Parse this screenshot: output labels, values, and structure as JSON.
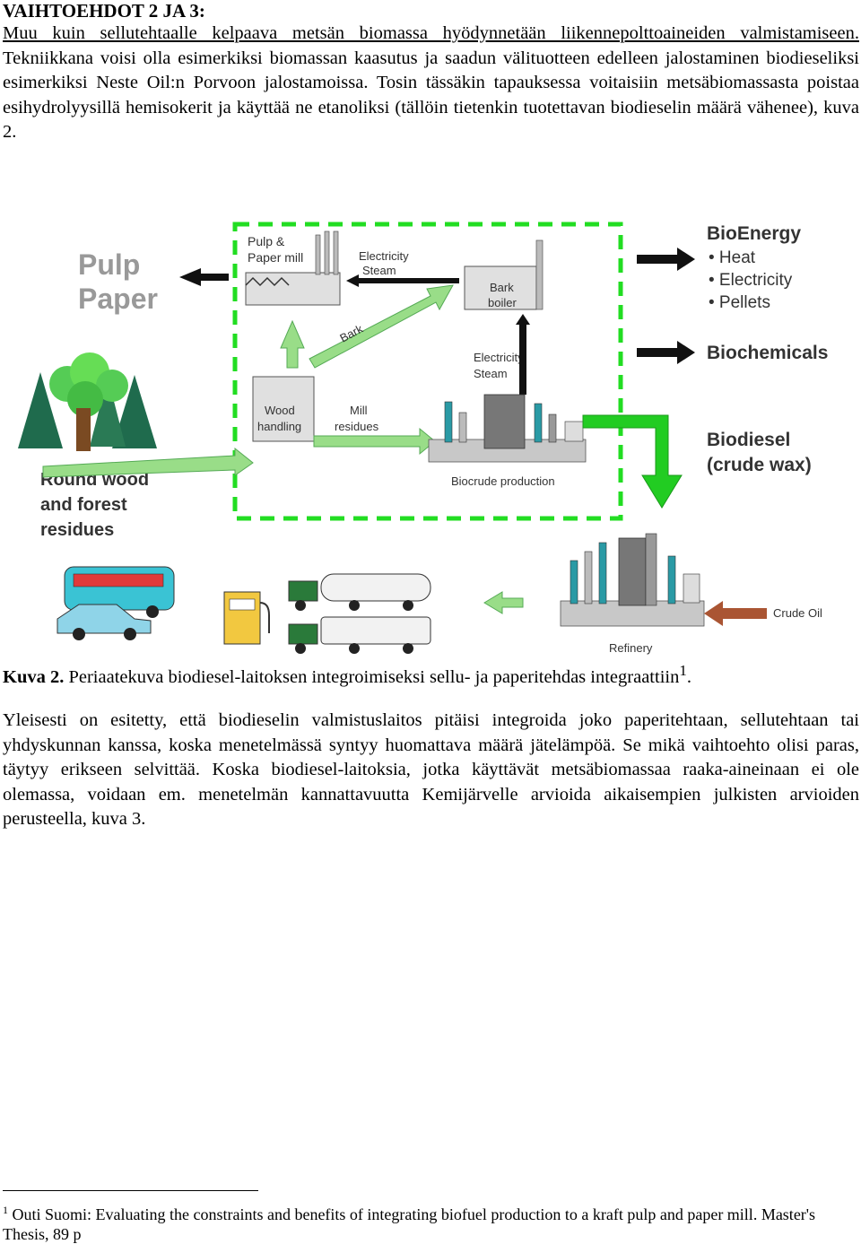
{
  "heading": "VAIHTOEHDOT 2 JA 3:",
  "intro": {
    "underlined": "Muu kuin sellutehtaalle kelpaava metsän biomassa hyödynnetään liikennepolttoaineiden valmistamiseen.",
    "rest": " Tekniikkana voisi olla esimerkiksi biomassan kaasutus ja saadun välituotteen edelleen jalostaminen biodieseliksi esimerkiksi Neste Oil:n Porvoon jalostamoissa. Tosin tässäkin tapauksessa voitaisiin metsäbiomassasta poistaa esihydrolyysillä hemisokerit ja käyttää ne etanoliksi (tällöin tietenkin tuotettavan biodieselin määrä vähenee), kuva 2."
  },
  "figure": {
    "pulp_paper": [
      "Pulp",
      "Paper"
    ],
    "pulp_mill": [
      "Pulp &",
      "Paper mill"
    ],
    "elec_steam_top": [
      "Electricity",
      "Steam"
    ],
    "bark_boiler": [
      "Bark",
      "boiler"
    ],
    "bark": "Bark",
    "elec_steam_mid": [
      "Electricity",
      "Steam"
    ],
    "wood_handling": [
      "Wood",
      "handling"
    ],
    "mill_residues": [
      "Mill",
      "residues"
    ],
    "biocrude": "Biocrude production",
    "round_wood": [
      "Round wood",
      "and forest",
      "residues"
    ],
    "bioenergy_title": "BioEnergy",
    "bioenergy_items": [
      "• Heat",
      "• Electricity",
      "• Pellets"
    ],
    "biochemicals": "Biochemicals",
    "biodiesel": [
      "Biodiesel",
      "(crude wax)"
    ],
    "crude_oil": "Crude Oil",
    "refinery": "Refinery",
    "colors": {
      "green_dash": "#22dd22",
      "arrow_green": "#99dd88",
      "biodiesel_arrow": "#22cc22",
      "crude_arrow": "#aa5533"
    }
  },
  "caption": {
    "label": "Kuva 2.",
    "text": " Periaatekuva biodiesel-laitoksen integroimiseksi sellu- ja paperitehdas integraattiin",
    "ref": "1",
    "end": "."
  },
  "body": "Yleisesti on esitetty, että biodieselin valmistuslaitos pitäisi integroida joko paperitehtaan, sellutehtaan tai yhdyskunnan kanssa, koska menetelmässä syntyy huomattava määrä jätelämpöä. Se mikä vaihtoehto olisi paras, täytyy erikseen selvittää. Koska biodiesel-laitoksia, jotka käyttävät metsäbiomassaa raaka-aineinaan ei ole olemassa, voidaan em. menetelmän kannattavuutta Kemijärvelle arvioida aikaisempien julkisten arvioiden perusteella, kuva 3.",
  "footnote": {
    "mark": "1",
    "text": " Outi Suomi: Evaluating the constraints and benefits of integrating biofuel production to a kraft pulp and paper mill. Master's Thesis, 89 p"
  }
}
